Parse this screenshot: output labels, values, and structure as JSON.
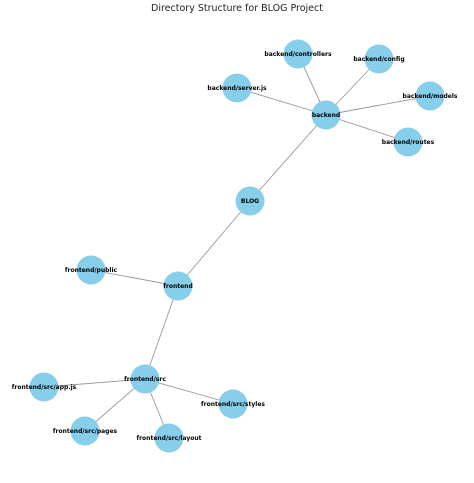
{
  "title": "Directory Structure for BLOG Project",
  "colors": {
    "node_fill": "#87ceeb",
    "edge": "#999999"
  },
  "nodes": [
    {
      "id": "blog",
      "label": "BLOG"
    },
    {
      "id": "backend",
      "label": "backend"
    },
    {
      "id": "backend-controllers",
      "label": "backend/controllers"
    },
    {
      "id": "backend-config",
      "label": "backend/config"
    },
    {
      "id": "backend-server-js",
      "label": "backend/server.js"
    },
    {
      "id": "backend-models",
      "label": "backend/models"
    },
    {
      "id": "backend-routes",
      "label": "backend/routes"
    },
    {
      "id": "frontend",
      "label": "frontend"
    },
    {
      "id": "frontend-public",
      "label": "frontend/public"
    },
    {
      "id": "frontend-src",
      "label": "frontend/src"
    },
    {
      "id": "frontend-src-app-js",
      "label": "frontend/src/app.js"
    },
    {
      "id": "frontend-src-styles",
      "label": "frontend/src/styles"
    },
    {
      "id": "frontend-src-pages",
      "label": "frontend/src/pages"
    },
    {
      "id": "frontend-src-layout",
      "label": "frontend/src/layout"
    }
  ],
  "edges": [
    {
      "from": "blog",
      "to": "backend"
    },
    {
      "from": "blog",
      "to": "frontend"
    },
    {
      "from": "backend",
      "to": "backend-controllers"
    },
    {
      "from": "backend",
      "to": "backend-config"
    },
    {
      "from": "backend",
      "to": "backend-server-js"
    },
    {
      "from": "backend",
      "to": "backend-models"
    },
    {
      "from": "backend",
      "to": "backend-routes"
    },
    {
      "from": "frontend",
      "to": "frontend-public"
    },
    {
      "from": "frontend",
      "to": "frontend-src"
    },
    {
      "from": "frontend-src",
      "to": "frontend-src-app-js"
    },
    {
      "from": "frontend-src",
      "to": "frontend-src-styles"
    },
    {
      "from": "frontend-src",
      "to": "frontend-src-pages"
    },
    {
      "from": "frontend-src",
      "to": "frontend-src-layout"
    }
  ]
}
